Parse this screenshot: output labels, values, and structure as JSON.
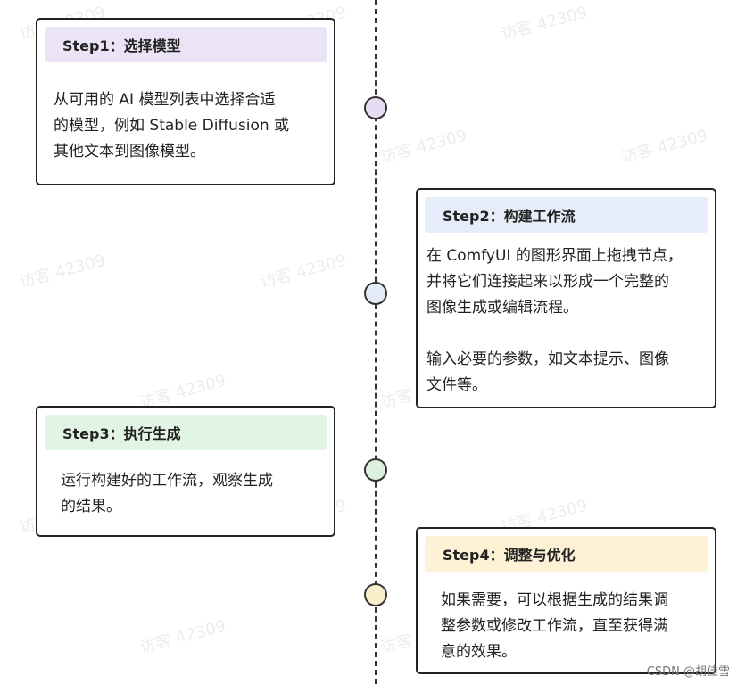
{
  "watermark_text": "访客 42309",
  "colors": {
    "step1_header": "#ebe4f7",
    "step2_header": "#e6ecf9",
    "step3_header": "#e2f4e4",
    "step4_header": "#fdf2d6",
    "node1": "#e6dcf3",
    "node2": "#e4eaf8",
    "node3": "#dcf0de",
    "node4": "#fbeecb"
  },
  "steps": [
    {
      "title": "Step1：选择模型",
      "lines": [
        "从可用的 AI 模型列表中选择合适",
        "的模型，例如 Stable Diffusion 或",
        "其他文本到图像模型。"
      ]
    },
    {
      "title": "Step2：构建工作流",
      "lines": [
        "在 ComfyUI 的图形界面上拖拽节点，",
        "并将它们连接起来以形成一个完整的",
        "图像生成或编辑流程。"
      ],
      "lines2": [
        "输入必要的参数，如文本提示、图像",
        "文件等。"
      ]
    },
    {
      "title": "Step3：执行生成",
      "lines": [
        "运行构建好的工作流，观察生成",
        "的结果。"
      ]
    },
    {
      "title": "Step4：调整与优化",
      "lines": [
        "如果需要，可以根据生成的结果调",
        "整参数或修改工作流，直至获得满",
        "意的效果。"
      ]
    }
  ],
  "footer": "CSDN @胡佳雪"
}
